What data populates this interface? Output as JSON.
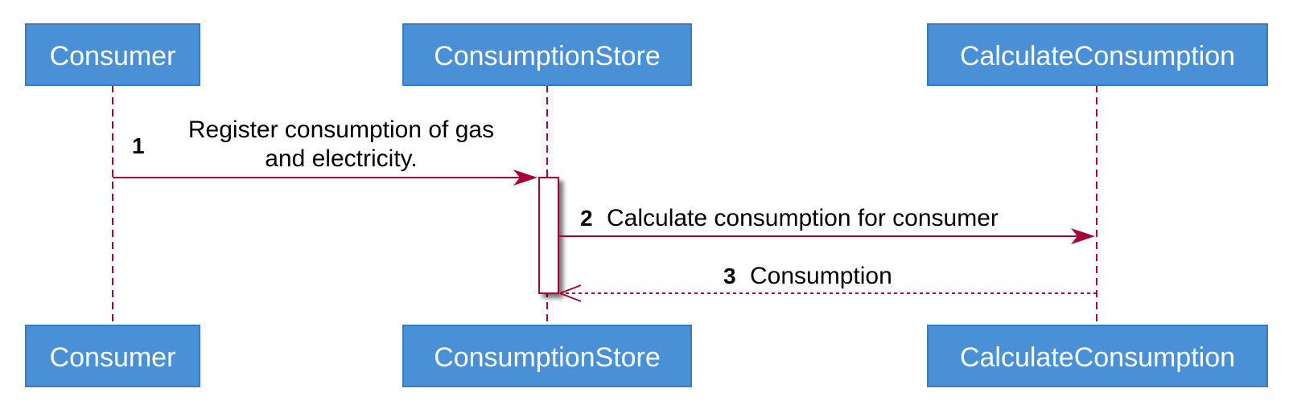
{
  "colors": {
    "participant_fill": "#4A90D6",
    "participant_border": "#3A7CC0",
    "participant_text": "#FFFFFF",
    "line": "#A80036",
    "activation_fill": "#FFFFFF",
    "text": "#000000"
  },
  "participants": [
    {
      "id": "consumer",
      "label": "Consumer"
    },
    {
      "id": "store",
      "label": "ConsumptionStore"
    },
    {
      "id": "calc",
      "label": "CalculateConsumption"
    }
  ],
  "messages": [
    {
      "number": "1",
      "line1": "Register consumption of gas",
      "line2": "and electricity.",
      "style": "solid",
      "from": "consumer",
      "to": "store"
    },
    {
      "number": "2",
      "line1": "Calculate consumption for consumer",
      "style": "solid",
      "from": "store",
      "to": "calc"
    },
    {
      "number": "3",
      "line1": "Consumption",
      "style": "dashed",
      "from": "calc",
      "to": "store"
    }
  ]
}
